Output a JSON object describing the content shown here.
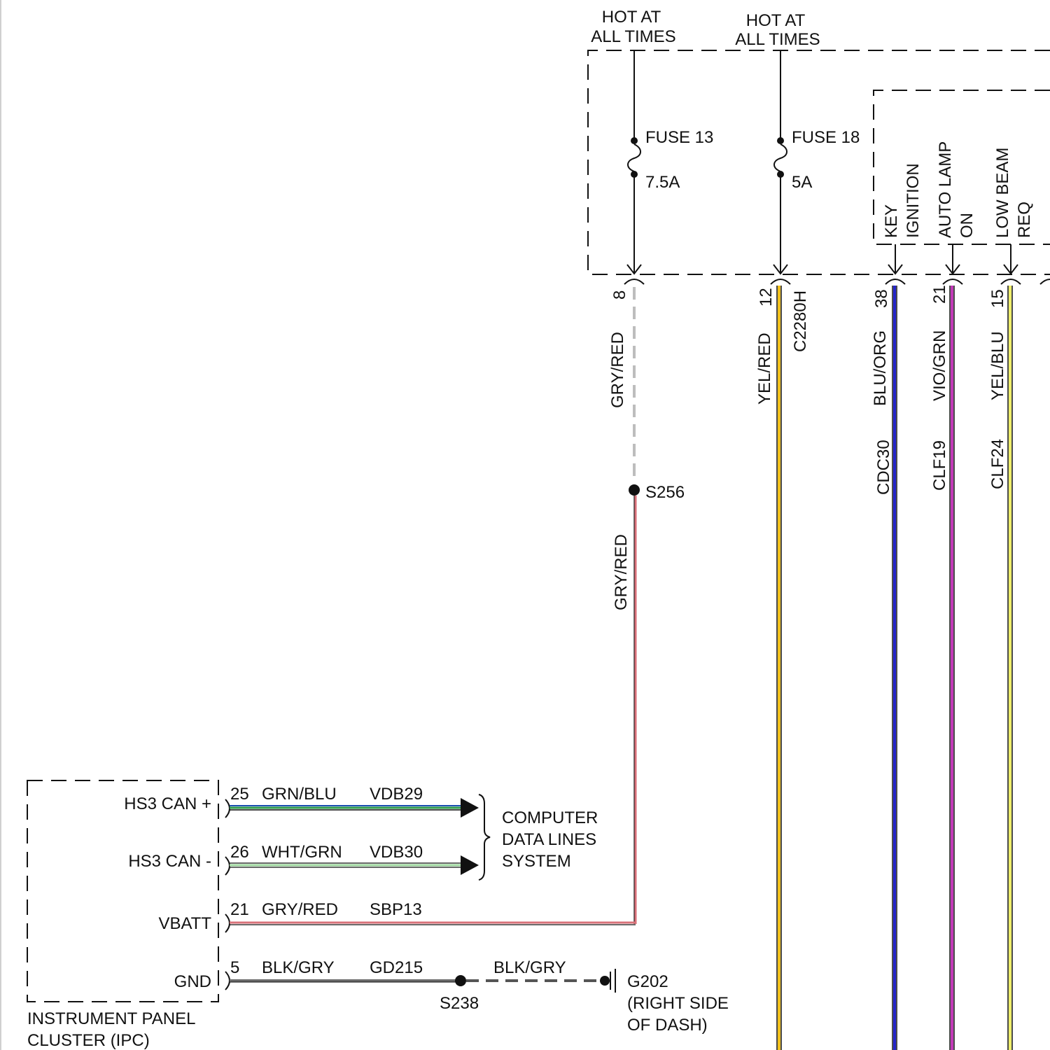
{
  "power_sources": [
    {
      "label_line1": "HOT AT",
      "label_line2": "ALL TIMES"
    },
    {
      "label_line1": "HOT AT",
      "label_line2": "ALL TIMES"
    }
  ],
  "fuses": [
    {
      "name": "FUSE 13",
      "rating": "7.5A"
    },
    {
      "name": "FUSE 18",
      "rating": "5A"
    }
  ],
  "module_signals": [
    {
      "line1": "KEY",
      "line2": "IGNITION"
    },
    {
      "line1": "AUTO LAMP",
      "line2": "ON"
    },
    {
      "line1": "LOW BEAM",
      "line2": "REQ"
    }
  ],
  "connector": {
    "name": "C2280H"
  },
  "wires": [
    {
      "pin": "8",
      "color": "GRY/RED",
      "circuit": ""
    },
    {
      "pin": "12",
      "color": "YEL/RED",
      "circuit": ""
    },
    {
      "pin": "38",
      "color": "BLU/ORG",
      "circuit": "CDC30"
    },
    {
      "pin": "21",
      "color": "VIO/GRN",
      "circuit": "CLF19"
    },
    {
      "pin": "15",
      "color": "YEL/BLU",
      "circuit": "CLF24"
    }
  ],
  "splices": {
    "s256": "S256",
    "s256_wire_color": "GRY/RED",
    "s238": "S238"
  },
  "ipc": {
    "name_line1": "INSTRUMENT PANEL",
    "name_line2": "CLUSTER (IPC)",
    "pins": [
      {
        "signal": "HS3 CAN +",
        "pin": "25",
        "color": "GRN/BLU",
        "circuit": "VDB29"
      },
      {
        "signal": "HS3 CAN -",
        "pin": "26",
        "color": "WHT/GRN",
        "circuit": "VDB30"
      },
      {
        "signal": "VBATT",
        "pin": "21",
        "color": "GRY/RED",
        "circuit": "SBP13"
      },
      {
        "signal": "GND",
        "pin": "5",
        "color": "BLK/GRY",
        "circuit": "GD215"
      }
    ]
  },
  "data_lines": {
    "line1": "COMPUTER",
    "line2": "DATA LINES",
    "line3": "SYSTEM"
  },
  "ground": {
    "wire_color": "BLK/GRY",
    "name": "G202",
    "location_line1": "(RIGHT SIDE",
    "location_line2": "OF DASH)"
  },
  "wire_colors": {
    "gry_red": "#d9727a",
    "gry_red_dash": "#bdbdbd",
    "yel_red": "#f3c21c",
    "blu_org": "#2424c8",
    "vio_grn": "#c23ab8",
    "yel_blu": "#f0ef6a",
    "grn_blu": "#2a9a4a",
    "wht_grn": "#9fd89f",
    "blk_gry": "#6a6a6a"
  }
}
